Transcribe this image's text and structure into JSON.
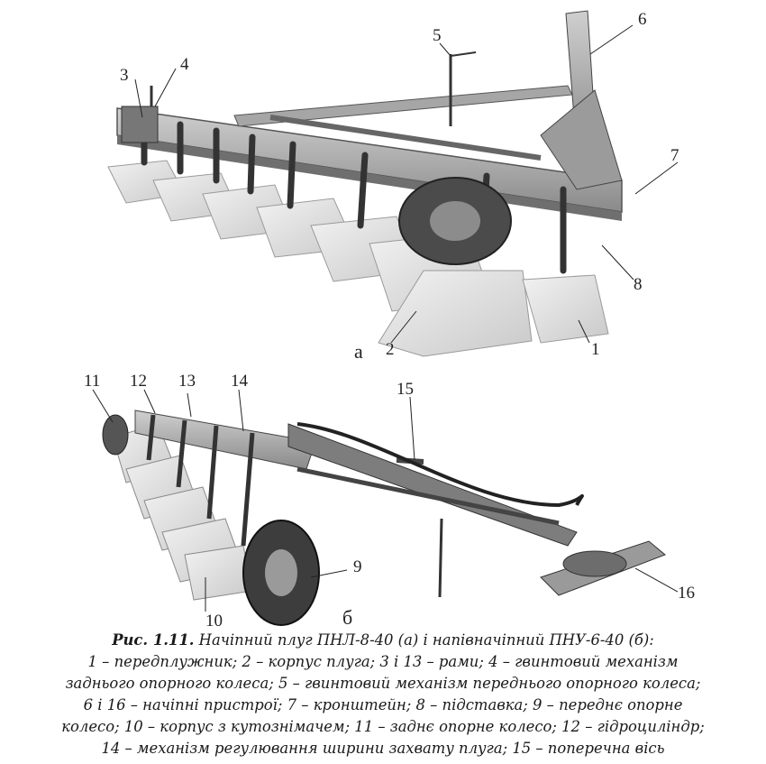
{
  "figure": {
    "part_a_letter": "а",
    "part_b_letter": "б",
    "callouts_a": [
      "1",
      "2",
      "3",
      "4",
      "5",
      "6",
      "7",
      "8"
    ],
    "callouts_b": [
      "9",
      "10",
      "11",
      "12",
      "13",
      "14",
      "15",
      "16"
    ]
  },
  "caption": {
    "lead": "Рис. 1.11.",
    "title_rest": "Начіпний плуг ПНЛ-8-40 (а) і напівначіпний ПНУ-6-40 (б):",
    "lines": [
      "1 – передплужник; 2 – корпус плуга; 3 і 13 – рами; 4 – гвинтовий механізм",
      "заднього опорного колеса; 5 – гвинтовий механізм переднього опорного колеса;",
      "6 і 16 – начіпні пристрої; 7 – кронштейн; 8 – підставка; 9 – переднє опорне",
      "колесо; 10 – корпус з кутознімачем; 11 – заднє опорне колесо; 12 – гідроциліндр;",
      "14 – механізм регулювання ширини захвату плуга; 15 – поперечна вісь"
    ]
  }
}
